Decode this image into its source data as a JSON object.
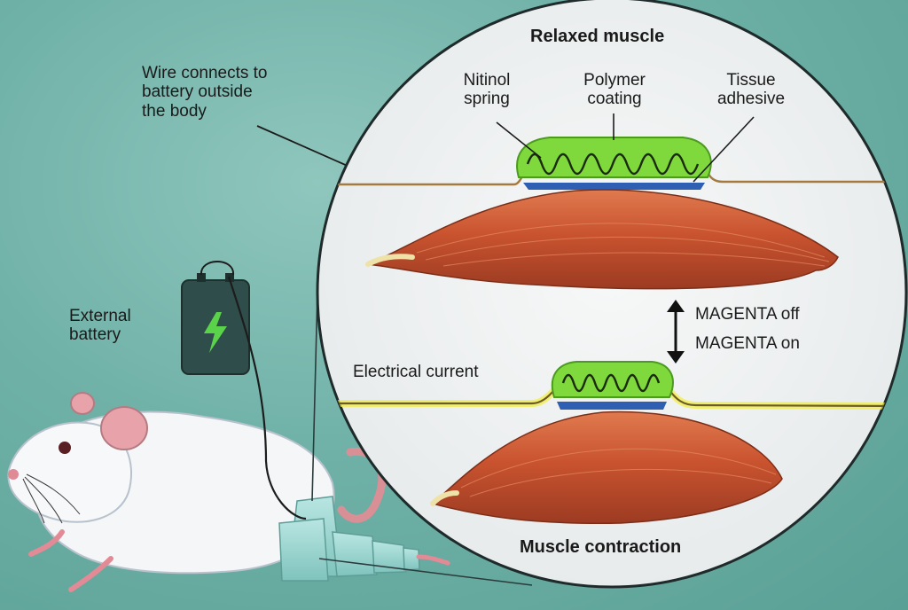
{
  "labels": {
    "wire": [
      "Wire connects to",
      "battery outside",
      "the body"
    ],
    "battery": [
      "External",
      "battery"
    ],
    "relaxed_title": "Relaxed muscle",
    "nitinol": [
      "Nitinol",
      "spring"
    ],
    "polymer": [
      "Polymer",
      "coating"
    ],
    "adhesive": [
      "Tissue",
      "adhesive"
    ],
    "magenta_off": "MAGENTA off",
    "magenta_on": "MAGENTA on",
    "electrical_current": "Electrical current",
    "contraction_title": "Muscle contraction"
  },
  "icons": {
    "battery_symbol": "lightning-bolt-icon",
    "state_toggle": "double-arrow-icon"
  },
  "colors": {
    "background": "#6fb1a7",
    "inset_circle": "#f1f3f4",
    "muscle": "#c2522f",
    "polymer_coating": "#7fd93c",
    "adhesive": "#2f5fb3",
    "battery_body": "#2f4d4a",
    "battery_bolt": "#5ad24a",
    "current_glow": "#f2ee3a"
  }
}
